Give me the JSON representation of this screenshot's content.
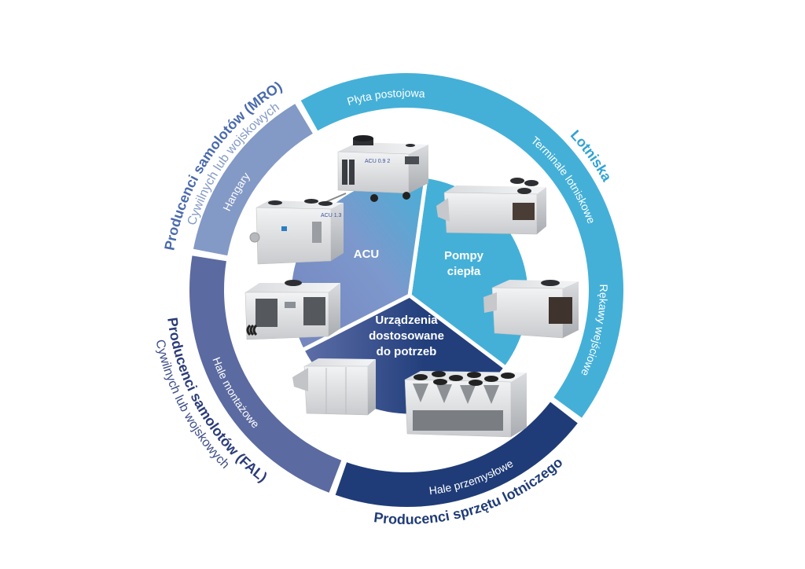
{
  "colors": {
    "lotniska": "#44b0d8",
    "przemyslowe": "#1f3c78",
    "fal": "#5b6aa0",
    "mro": "#8399c6",
    "pompy": "#44b0d8",
    "acu_top": "#45b0d8",
    "acu_bottom": "#7484bd",
    "urz_light": "#5e6ea8",
    "urz_dark": "#223f7c",
    "mro_title": "#4a6aac",
    "mro_sub": "#8399c6",
    "lotniska_title": "#2fa3d3",
    "fal_title": "#2a3b78",
    "fal_sub": "#3c4c88",
    "sprzet_title": "#1f3c78"
  },
  "outer_labels": {
    "mro_title": "Producenci samolotów (MRO)",
    "mro_sub": "Cywilnych lub wojskowych",
    "lotniska": "Lotniska",
    "fal_title": "Producenci samolotów (FAL)",
    "fal_sub": "Cywilnych lub wojskowych",
    "sprzet": "Producenci sprzętu lotniczego"
  },
  "ring_labels": {
    "plyta": "Płyta postojowa",
    "terminale": "Terminale lotniskowe",
    "rekawy": "Rękawy wejściowe",
    "hale_przemyslowe": "Hale przemysłowe",
    "hale_montazowe": "Hale montażowe",
    "hangary": "Hangary"
  },
  "pie_labels": {
    "acu": "ACU",
    "pompy": [
      "Pompy",
      "ciepła"
    ],
    "urzadzenia": [
      "Urządzenia",
      "dostosowane",
      "do potrzeb"
    ]
  },
  "units": {
    "acu_trailer": "ACU 0.9 2",
    "acu_box": "ACU 1.3"
  }
}
